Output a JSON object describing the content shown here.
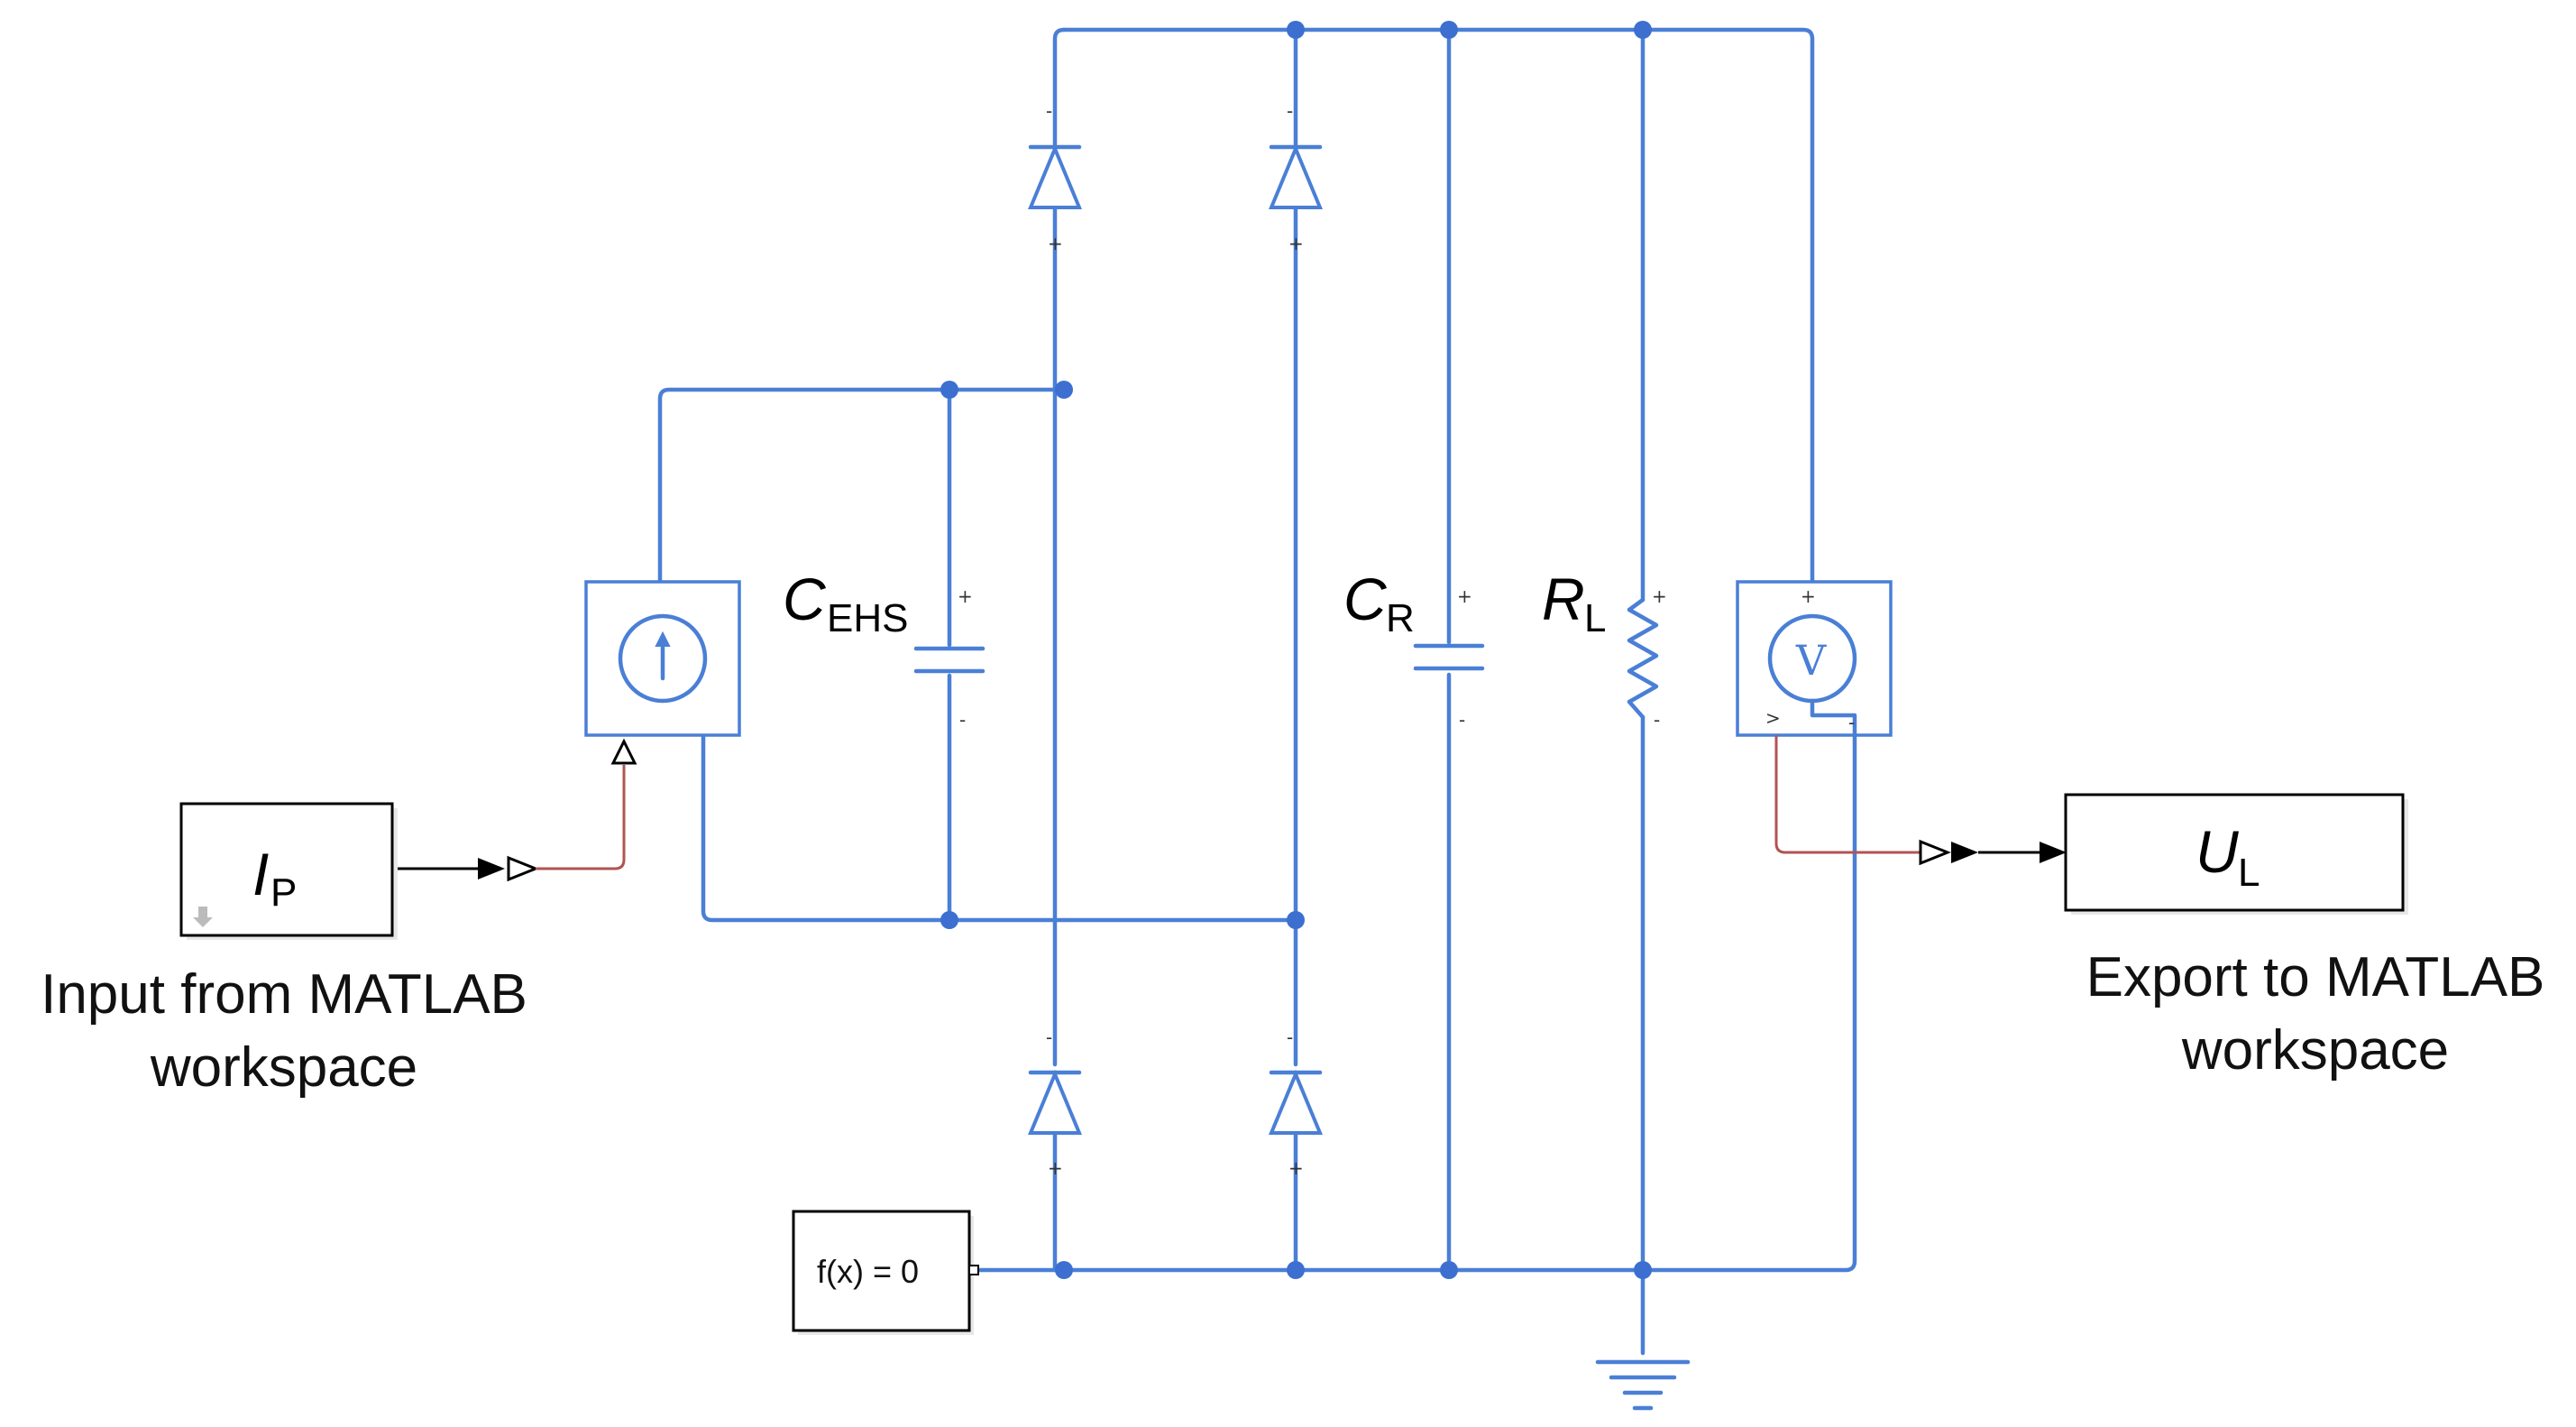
{
  "labels": {
    "input_block": {
      "main": "I",
      "sub": "P"
    },
    "output_block": {
      "main": "U",
      "sub": "L"
    },
    "capacitor_ehs": {
      "main": "C",
      "sub": "EHS"
    },
    "capacitor_r": {
      "main": "C",
      "sub": "R"
    },
    "resistor_l": {
      "main": "R",
      "sub": "L"
    },
    "solver": "f(x) = 0",
    "voltmeter_symbol": "V"
  },
  "captions": {
    "input_line1": "Input from MATLAB",
    "input_line2": "workspace",
    "output_line1": "Export to MATLAB",
    "output_line2": "workspace"
  },
  "polarity": {
    "plus": "+",
    "minus": "-",
    "port_arrow": ">"
  },
  "colors": {
    "wire": "#4a7fd6",
    "node": "#3c6fd0",
    "signal": "#000000",
    "physical_signal": "#b05454"
  }
}
